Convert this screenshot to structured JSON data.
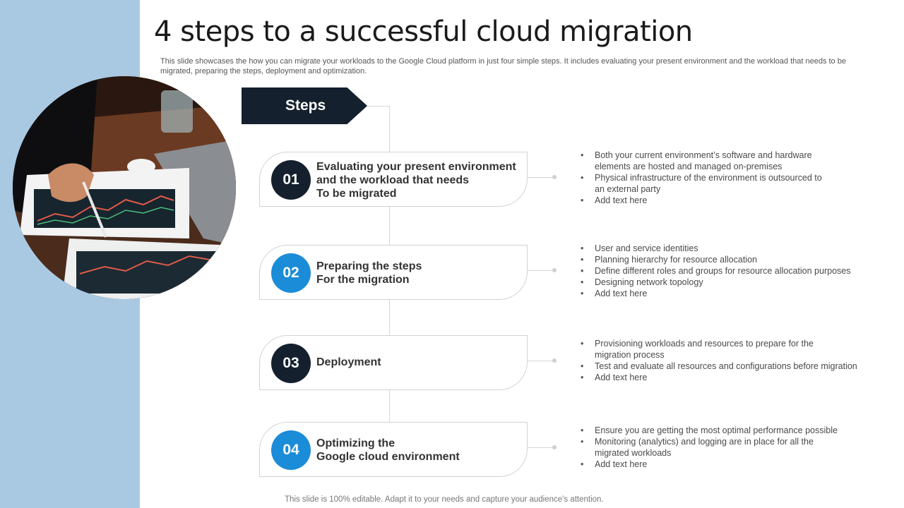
{
  "title": "4 steps to a successful cloud migration",
  "subtitle": "This slide showcases the how you can migrate your workloads to the Google Cloud platform in just four simple steps. It includes evaluating your present environment and the workload that needs to be migrated, preparing the steps, deployment and optimization.",
  "steps_label": "Steps",
  "colors": {
    "band": "#a9c9e3",
    "dark": "#14202e",
    "blue": "#1b8cd8"
  },
  "steps": [
    {
      "number": "01",
      "title": "Evaluating your present environment\nand the workload that needs\nTo be migrated",
      "bullets": [
        "Both your current environment’s  software and hardware\nelements are hosted and managed  on-premises",
        "Physical infrastructure of the environment  is outsourced to\nan external party",
        "Add text here"
      ]
    },
    {
      "number": "02",
      "title": "Preparing the steps\n For the migration",
      "bullets": [
        "User and service identities",
        "Planning hierarchy for resource allocation",
        "Define different roles and groups for resource allocation purposes",
        "Designing network topology",
        "Add text here"
      ]
    },
    {
      "number": "03",
      "title": "Deployment",
      "bullets": [
        "Provisioning  workloads and resources to prepare for the\nmigration process",
        "Test and evaluate  all resources and configurations  before migration",
        "Add text here"
      ]
    },
    {
      "number": "04",
      "title": "Optimizing the\nGoogle cloud environment",
      "bullets": [
        "Ensure you are getting the most optimal performance  possible",
        "Monitoring (analytics) and logging are in place for all the\nmigrated workloads",
        "Add text here"
      ]
    }
  ],
  "footer": "This slide is 100% editable. Adapt it to your needs and capture your audience's attention."
}
